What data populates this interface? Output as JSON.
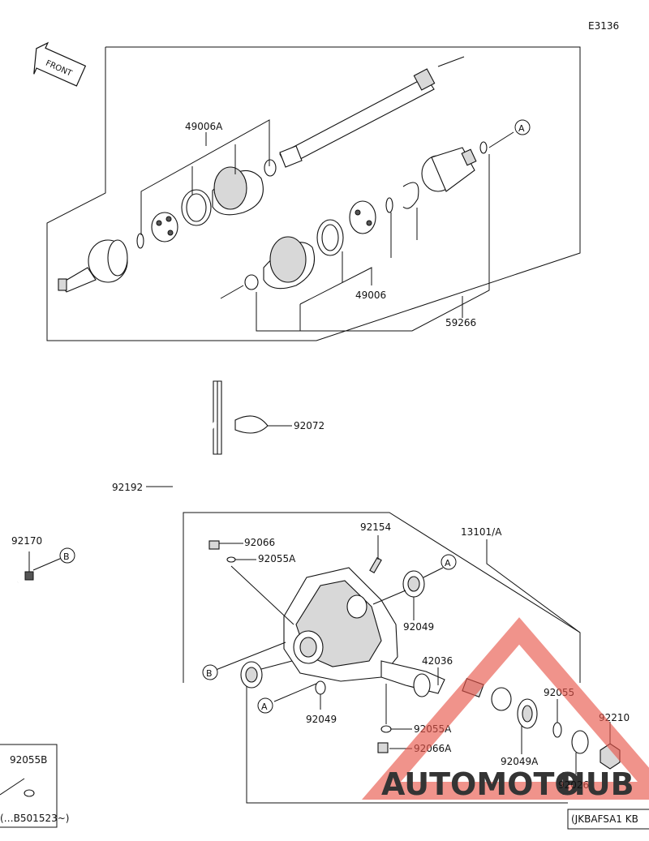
{
  "diagram_code": "E3136",
  "front_label": "FRONT",
  "callouts": {
    "p49006A": "49006A",
    "p49006": "49006",
    "p59266": "59266",
    "pA_top": "A",
    "p92072": "92072",
    "p92192": "92192",
    "p92170": "92170",
    "pB_left": "B",
    "p92066": "92066",
    "p92055A_top": "92055A",
    "p92154": "92154",
    "p13101A": "13101/A",
    "pA_mid": "A",
    "p92049_top": "92049",
    "p42036": "42036",
    "pB_case": "B",
    "pA_low": "A",
    "p92049_low": "92049",
    "p92055A_low": "92055A",
    "p92066A": "92066A",
    "p92055": "92055",
    "p92210": "92210",
    "p92049A": "92049A",
    "p92026": "92026",
    "p92055B": "92055B"
  },
  "serial_notes": {
    "left": "(…B501523~)",
    "right": "(JKBAFSA1 KB"
  },
  "watermark": {
    "text_part1": "AUTOMOTO",
    "text_part2": "HUB",
    "color_main": "#f2a38c",
    "color_hub": "#8a8a8a",
    "triangle_color": "#e8554a"
  }
}
